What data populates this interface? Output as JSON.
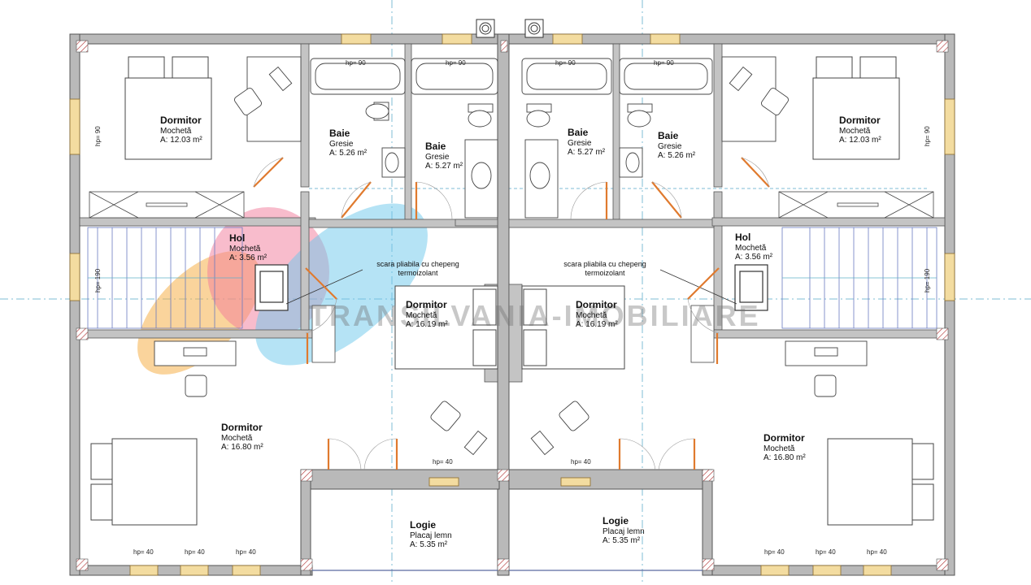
{
  "rooms": {
    "left_top_bedroom": {
      "name": "Dormitor",
      "floor": "Mochetă",
      "area": "A: 12.03 m²"
    },
    "left_bath_1": {
      "name": "Baie",
      "floor": "Gresie",
      "area": "A: 5.26 m²"
    },
    "left_bath_2": {
      "name": "Baie",
      "floor": "Gresie",
      "area": "A: 5.27 m²"
    },
    "right_bath_2": {
      "name": "Baie",
      "floor": "Gresie",
      "area": "A: 5.27 m²"
    },
    "right_bath_1": {
      "name": "Baie",
      "floor": "Gresie",
      "area": "A: 5.26 m²"
    },
    "right_top_bedroom": {
      "name": "Dormitor",
      "floor": "Mochetă",
      "area": "A: 12.03 m²"
    },
    "left_hall": {
      "name": "Hol",
      "floor": "Mochetă",
      "area": "A: 3.56 m²"
    },
    "right_hall": {
      "name": "Hol",
      "floor": "Mochetă",
      "area": "A: 3.56 m²"
    },
    "left_mid_bedroom": {
      "name": "Dormitor",
      "floor": "Mochetă",
      "area": "A: 16.19 m²"
    },
    "right_mid_bedroom": {
      "name": "Dormitor",
      "floor": "Mochetă",
      "area": "A: 16.19 m²"
    },
    "left_big_bedroom": {
      "name": "Dormitor",
      "floor": "Mochetă",
      "area": "A: 16.80 m²"
    },
    "right_big_bedroom": {
      "name": "Dormitor",
      "floor": "Mochetă",
      "area": "A: 16.80 m²"
    },
    "left_loggia": {
      "name": "Logie",
      "floor": "Placaj lemn",
      "area": "A: 5.35 m²"
    },
    "right_loggia": {
      "name": "Logie",
      "floor": "Placaj lemn",
      "area": "A: 5.35 m²"
    }
  },
  "notes": {
    "stair_left": [
      "scara pliabila cu chepeng",
      "termoizolant"
    ],
    "stair_right": [
      "scara pliabila cu chepeng",
      "termoizolant"
    ]
  },
  "window_heights": {
    "hp90": "hp= 90",
    "hp190": "hp= 190",
    "hp40": "hp= 40"
  },
  "watermark": "TRANSILVANIA-IMOBILIARE",
  "colors": {
    "wall": "#b9b9b9",
    "wall_stroke": "#555555",
    "door": "#e07a2e",
    "window": "#f3dca0",
    "axis": "#7fbcd6",
    "logo_pink": "#f27a9a",
    "logo_blue": "#6cc8ec",
    "logo_orange": "#f5b04a"
  }
}
